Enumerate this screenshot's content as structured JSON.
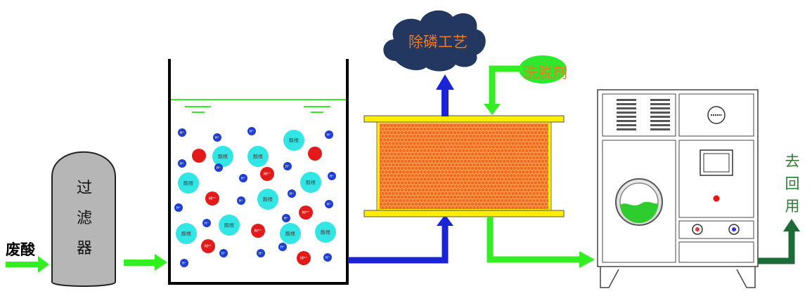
{
  "labels": {
    "waste_acid": "废酸",
    "filter": [
      "过",
      "滤",
      "器"
    ],
    "phosphorus_process": "除磷工艺",
    "eluent": "洗脱剂",
    "reuse": [
      "去",
      "回",
      "用"
    ]
  },
  "tank_particles": {
    "h_ion": "H⁺",
    "metal_ion": "Mⁿ⁺",
    "acid_radical": "酸根"
  },
  "colors": {
    "flow_green": "#33ee22",
    "flow_blue": "#1a23d6",
    "reuse_green": "#1e6b3a",
    "cloud": "#223860",
    "resin": "#f26b1d",
    "plate_yellow": "#ffee00",
    "acid_radical": "#33e6e6",
    "metal": "#e31a1a",
    "h_ion": "#1f3fd1"
  }
}
